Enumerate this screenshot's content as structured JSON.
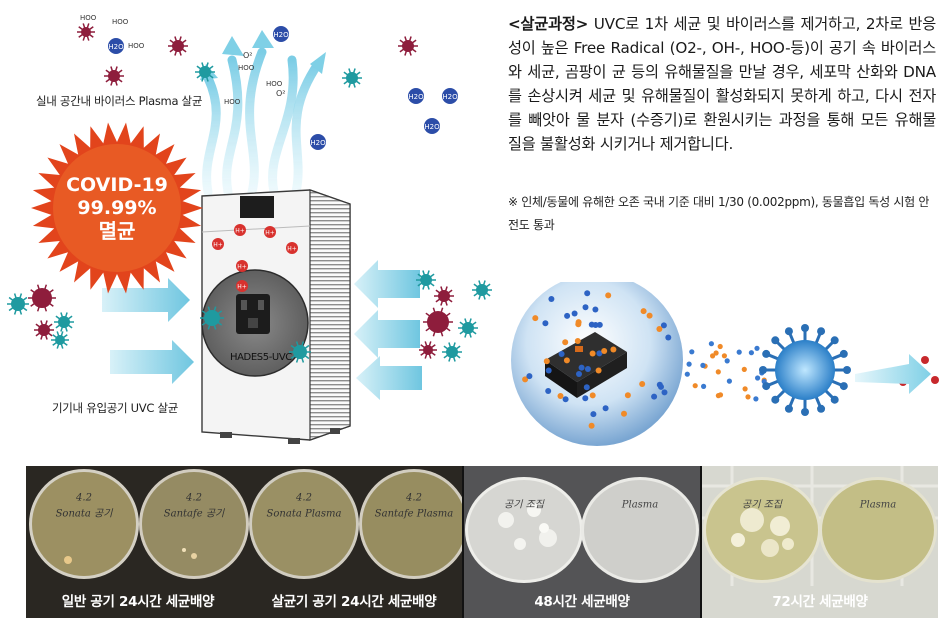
{
  "labels": {
    "indoor_plasma": "실내 공간내 바이러스 Plasma 살균",
    "inflow_uvc": "기기내 유입공기 UVC 살균",
    "device_name": "HADES5-UVC"
  },
  "badge": {
    "line1": "COVID-19",
    "line2": "99.99%",
    "line3": "멸균"
  },
  "molecules": {
    "hoo": "HOO",
    "h2o": "H2O",
    "o2": "O²",
    "hplus": "H+"
  },
  "description": {
    "heading": "<살균과정>",
    "body": " UVC로 1차 세균 및 바이러스를 제거하고, 2차로 반응성이 높은 Free Radical (O2-, OH-, HOO-등)이 공기 속 바이러스와 세균, 곰팡이 균 등의 유해물질을 만날 경우, 세포막 산화와 DNA를 손상시켜 세균 및 유해물질이 활성화되지 못하게 하고, 다시 전자를 빼앗아 물 분자 (수증기)로 환원시키는 과정을 통해 모든 유해물 질을 불활성화 시키거나 제거합니다.",
    "note": "※ 인체/동물에 유해한 오존 국내 기준 대비 1/30 (0.002ppm), 동물흡입 독성 시험 안전도 통과"
  },
  "photos": {
    "captions": [
      "일반 공기 24시간 세균배양",
      "살균기 공기  24시간 세균배양",
      "48시간 세균배양",
      "72시간 세균배양"
    ],
    "dishes": [
      "4.2\nSonata 공기",
      "4.2\nSantafe 공기",
      "4.2\nSonata Plasma",
      "4.2\nSantafe Plasma",
      "공기 조집",
      "Plasma",
      "공기 조집",
      "Plasma"
    ]
  },
  "colors": {
    "arrow_blue": "#7fd0e6",
    "badge_red": "#e2441c",
    "virus_teal": "#1f9aa0",
    "virus_maroon": "#8e1d3c",
    "strip_bg": "#121212"
  }
}
